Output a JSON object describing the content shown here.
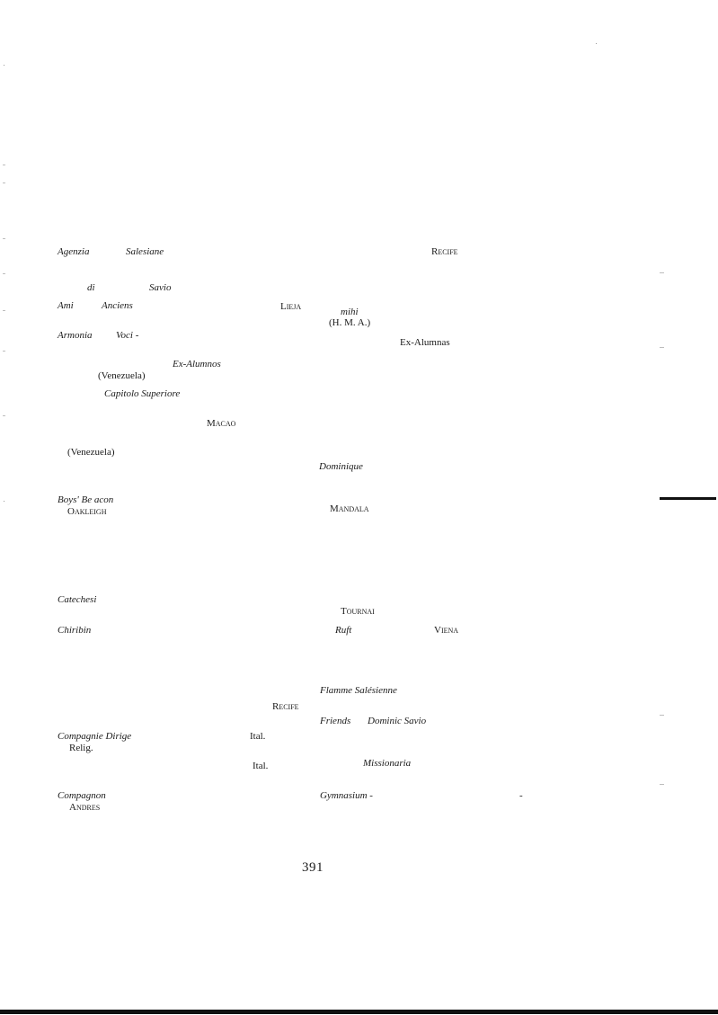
{
  "page": {
    "page_number": "391",
    "fragments": {
      "agenzia": "Agenzia",
      "salesiane": "Salesiane",
      "recife_1": "Recife",
      "di": "di",
      "savio": "Savio",
      "ami": "Ami",
      "anciens": "Anciens",
      "lieja": "Lieja",
      "mihi": "mihi",
      "hma": "(H. M. A.)",
      "armonia": "Armonia",
      "voci": "Voci -",
      "ex_alumnas": "Ex-Alumnas",
      "ex_alumnos": "Ex-Alumnos",
      "venezuela_1": "(Venezuela)",
      "capitolo_superiore": "Capitolo Superiore",
      "macao": "Macao",
      "venezuela_2": "(Venezuela)",
      "dominique": "Dominique",
      "boys_beacon": "Boys' Be acon",
      "oakleigh": "Oakleigh",
      "mandala": "Mandala",
      "catechesi": "Catechesi",
      "tournai": "Tournai",
      "chiribin": "Chiribin",
      "ruft": "Ruft",
      "viena": "Viena",
      "flamme_salesienne": "Flamme Salésienne",
      "recife_2": "Recife",
      "friends": "Friends",
      "dominic_savio": "Dominic Savio",
      "compagnie_dirige": "Compagnie Dirige",
      "ital_1": "Ital.",
      "relig": "Relig.",
      "ital_2": "Ital.",
      "missionaria": "Missionaria",
      "compagnon": "Compagnon",
      "gymnasium": "Gymnasium -",
      "dash": "-",
      "andres": "Andres"
    }
  }
}
